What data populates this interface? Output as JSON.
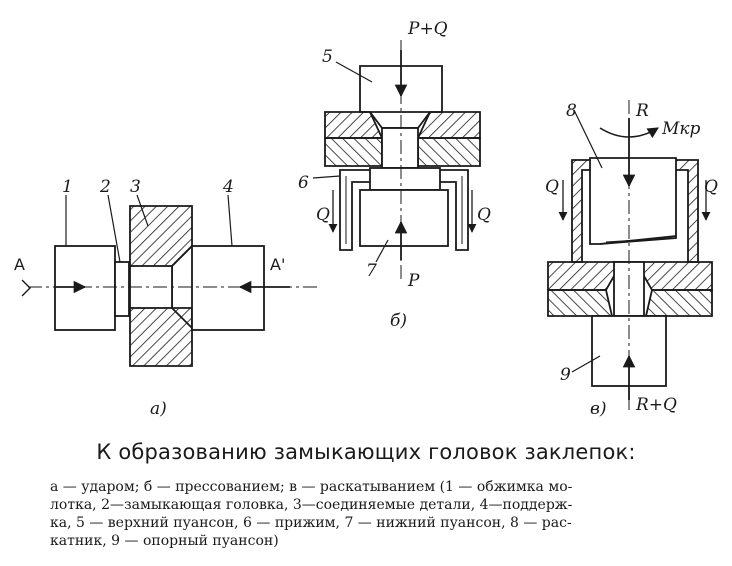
{
  "labels": {
    "a": {
      "n1": "1",
      "n2": "2",
      "n3": "3",
      "n4": "4",
      "sect_left": "А",
      "sect_right": "А'",
      "sub": "а)"
    },
    "b": {
      "force_top": "P+Q",
      "n5": "5",
      "n6": "6",
      "n7": "7",
      "q_left": "Q",
      "q_right": "Q",
      "force_bottom": "P",
      "sub": "б)"
    },
    "c": {
      "n8": "8",
      "n9": "9",
      "force_top": "R",
      "moment": "Мкр",
      "q_left": "Q",
      "q_right": "Q",
      "force_bottom": "R+Q",
      "sub": "в)"
    }
  },
  "caption": {
    "title": "К образованию замыкающих головок заклепок:",
    "lines": [
      "а — ударом;  б — прессованием;  в — раскатыванием  (1 — обжимка мо-",
      "лотка, 2—замыкающая головка, 3—соединяемые детали, 4—поддерж-",
      "ка, 5 — верхний пуансон, 6 — прижим, 7 — нижний пуансон, 8 — рас-",
      "катник, 9 — опорный пуансон)"
    ]
  }
}
